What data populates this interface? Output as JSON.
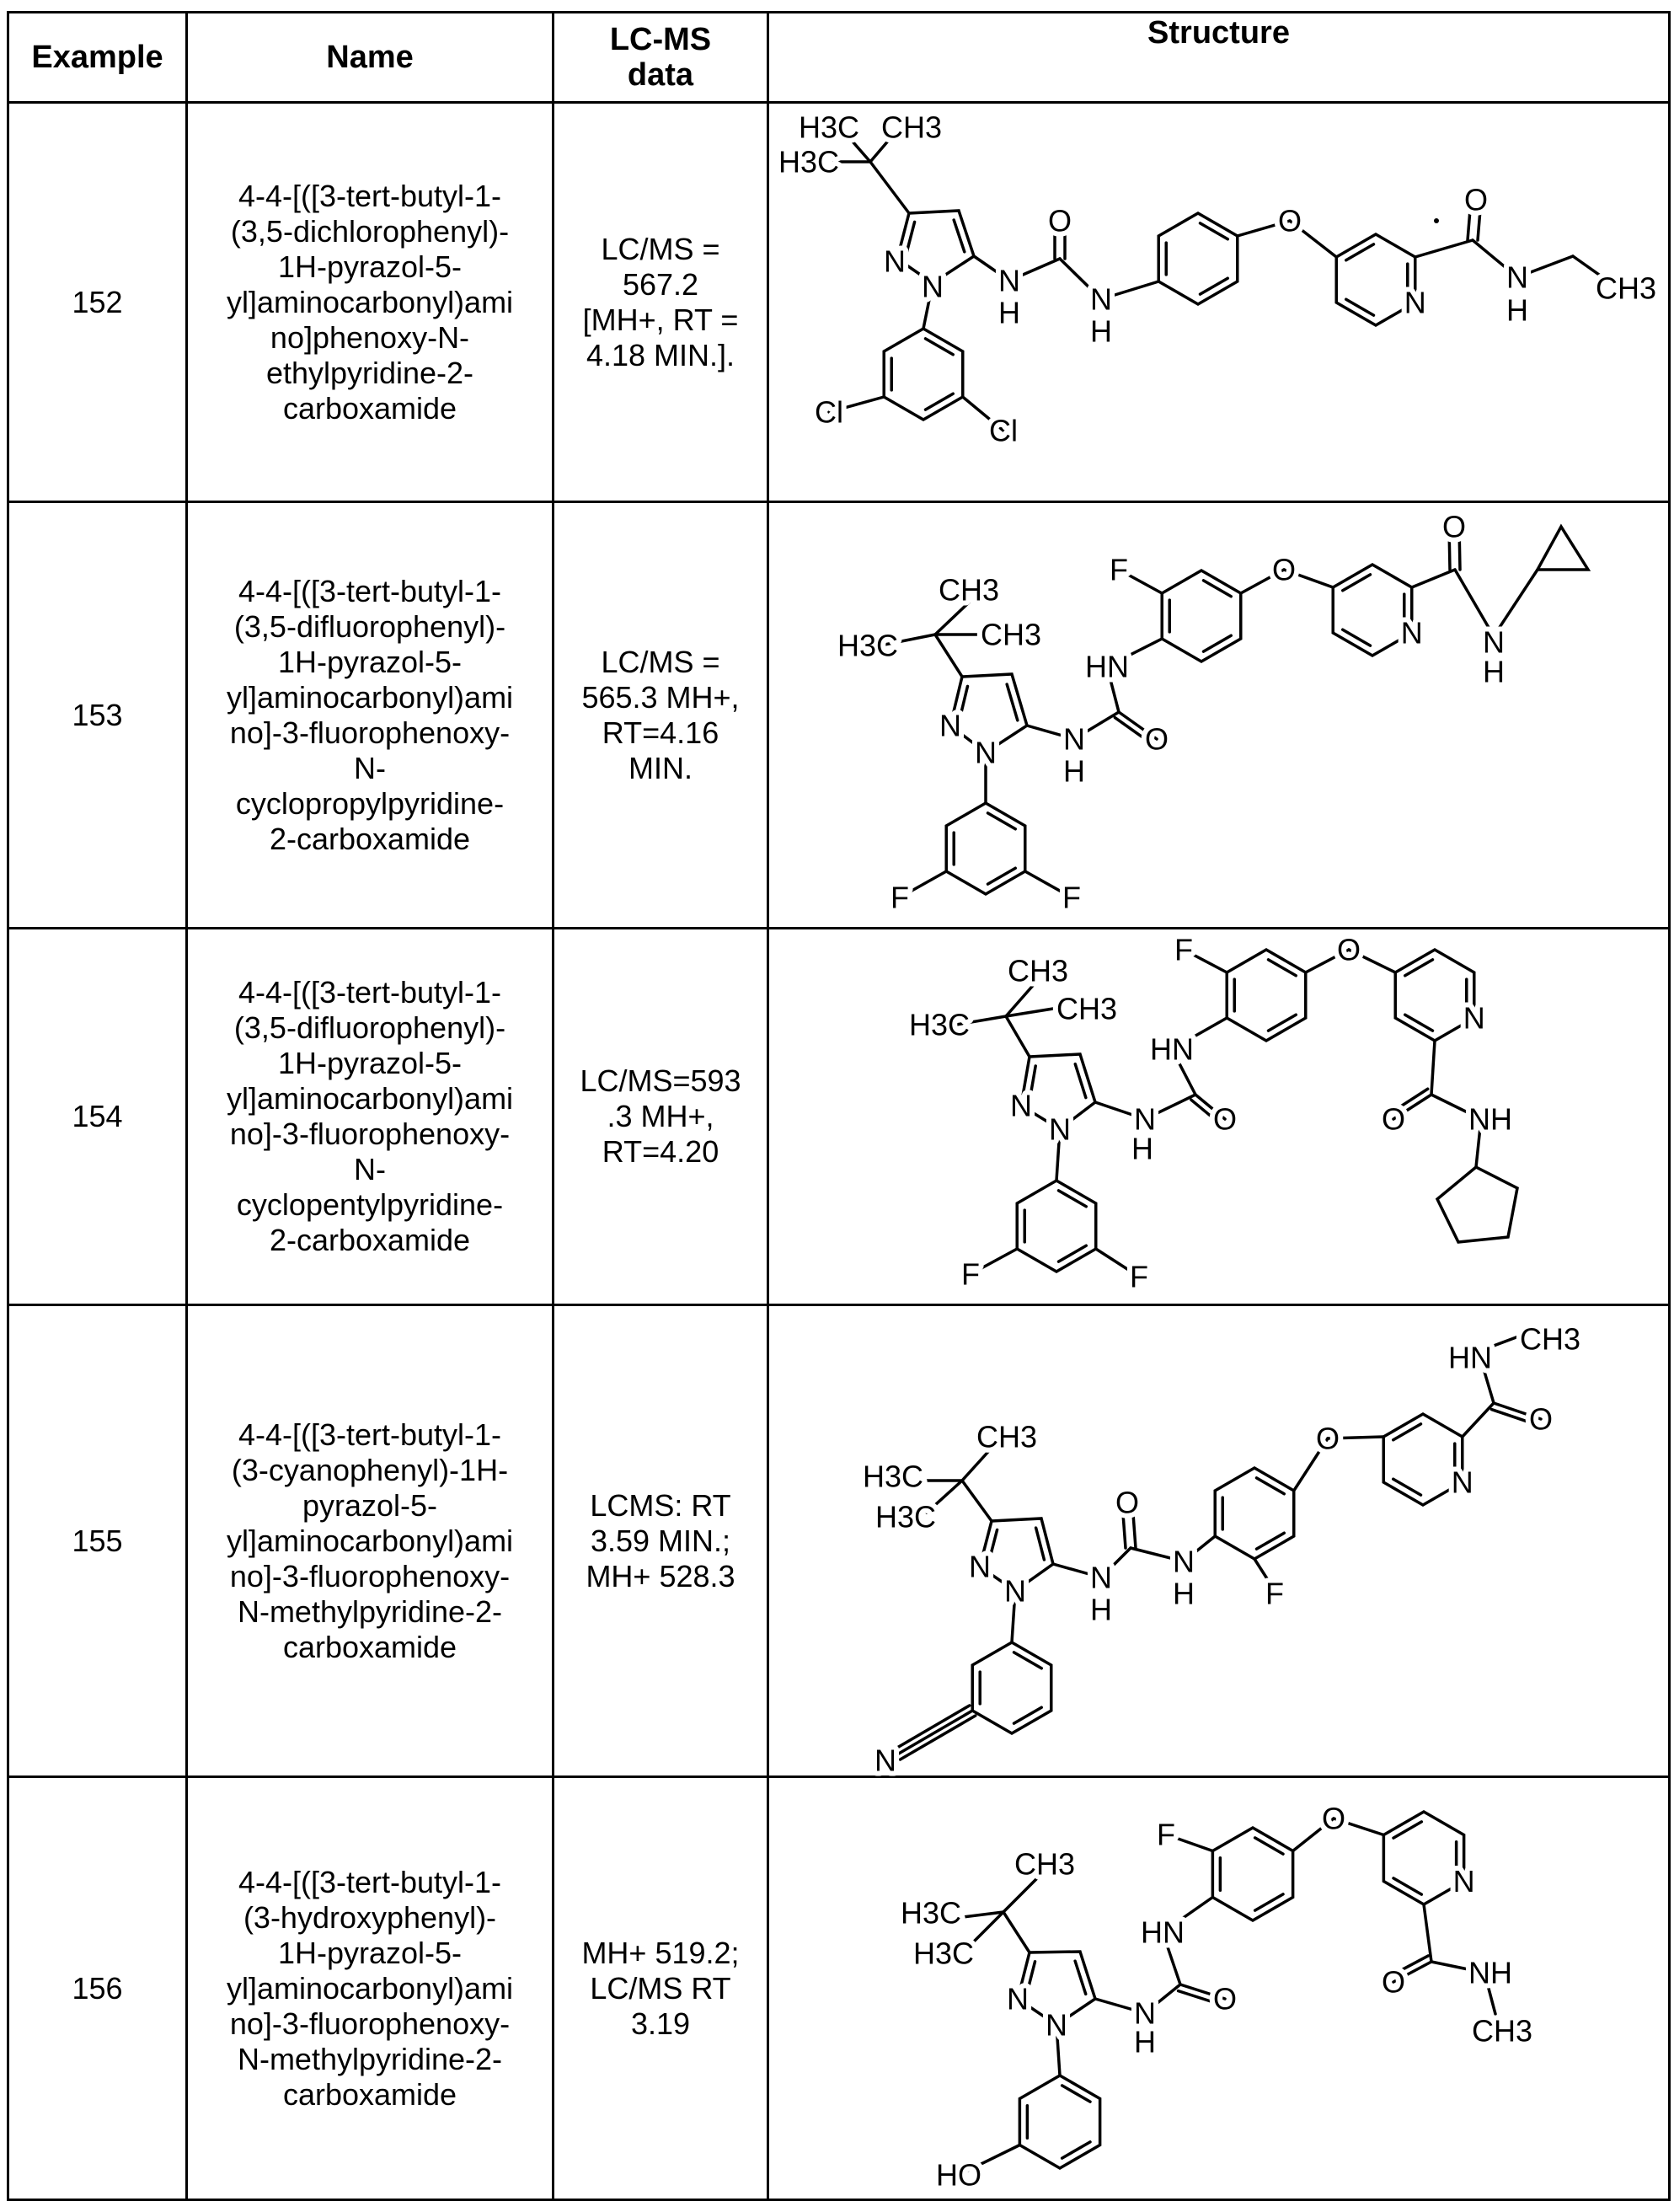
{
  "header": {
    "example": "Example",
    "name": "Name",
    "lcms": [
      "LC-MS",
      "data"
    ],
    "structure": "Structure"
  },
  "rows": [
    {
      "example": "152",
      "name": [
        "4-4-[([3-tert-butyl-1-",
        "(3,5-dichlorophenyl)-",
        "1H-pyrazol-5-",
        "yl]aminocarbonyl)ami",
        "no]phenoxy-N-",
        "ethylpyridine-2-",
        "carboxamide"
      ],
      "lcms": [
        "LC/MS =",
        "567.2",
        "[MH+, RT =",
        "4.18 MIN.]."
      ],
      "structure_labels": [
        "H3C",
        "CH3",
        "H3C",
        "N",
        "N",
        "N",
        "H",
        "O",
        "N",
        "H",
        "O",
        "N",
        "O",
        "N",
        "H",
        "CH3",
        "Cl",
        "Cl"
      ]
    },
    {
      "example": "153",
      "name": [
        "4-4-[([3-tert-butyl-1-",
        "(3,5-difluorophenyl)-",
        "1H-pyrazol-5-",
        "yl]aminocarbonyl)ami",
        "no]-3-fluorophenoxy-",
        "N-",
        "cyclopropylpyridine-",
        "2-carboxamide"
      ],
      "lcms": [
        "LC/MS =",
        "565.3 MH+,",
        "RT=4.16",
        "MIN."
      ],
      "structure_labels": [
        "F",
        "O",
        "O",
        "N",
        "N",
        "H",
        "HN",
        "O",
        "N",
        "H",
        "CH3",
        "CH3",
        "H3C",
        "N",
        "N",
        "F",
        "F"
      ]
    },
    {
      "example": "154",
      "name": [
        "4-4-[([3-tert-butyl-1-",
        "(3,5-difluorophenyl)-",
        "1H-pyrazol-5-",
        "yl]aminocarbonyl)ami",
        "no]-3-fluorophenoxy-",
        "N-",
        "cyclopentylpyridine-",
        "2-carboxamide"
      ],
      "lcms": [
        "LC/MS=593",
        ".3 MH+,",
        "RT=4.20"
      ],
      "structure_labels": [
        "F",
        "O",
        "N",
        "O",
        "NH",
        "HN",
        "O",
        "N",
        "H",
        "CH3",
        "CH3",
        "H3C",
        "N",
        "N",
        "F",
        "F"
      ]
    },
    {
      "example": "155",
      "name": [
        "4-4-[([3-tert-butyl-1-",
        "(3-cyanophenyl)-1H-",
        "pyrazol-5-",
        "yl]aminocarbonyl)ami",
        "no]-3-fluorophenoxy-",
        "N-methylpyridine-2-",
        "carboxamide"
      ],
      "lcms": [
        "LCMS:  RT",
        "3.59 MIN.;",
        "MH+ 528.3"
      ],
      "structure_labels": [
        "CH3",
        "HN",
        "O",
        "N",
        "O",
        "N",
        "H",
        "F",
        "O",
        "N",
        "H",
        "CH3",
        "H3C",
        "H3C",
        "N",
        "N",
        "N"
      ]
    },
    {
      "example": "156",
      "name": [
        "4-4-[([3-tert-butyl-1-",
        "(3-hydroxyphenyl)-",
        "1H-pyrazol-5-",
        "yl]aminocarbonyl)ami",
        "no]-3-fluorophenoxy-",
        "N-methylpyridine-2-",
        "carboxamide"
      ],
      "lcms": [
        "MH+ 519.2;",
        "LC/MS RT",
        "3.19"
      ],
      "structure_labels": [
        "F",
        "O",
        "N",
        "O",
        "NH",
        "CH3",
        "HN",
        "O",
        "N",
        "H",
        "CH3",
        "H3C",
        "H3C",
        "N",
        "N",
        "HO"
      ]
    }
  ]
}
